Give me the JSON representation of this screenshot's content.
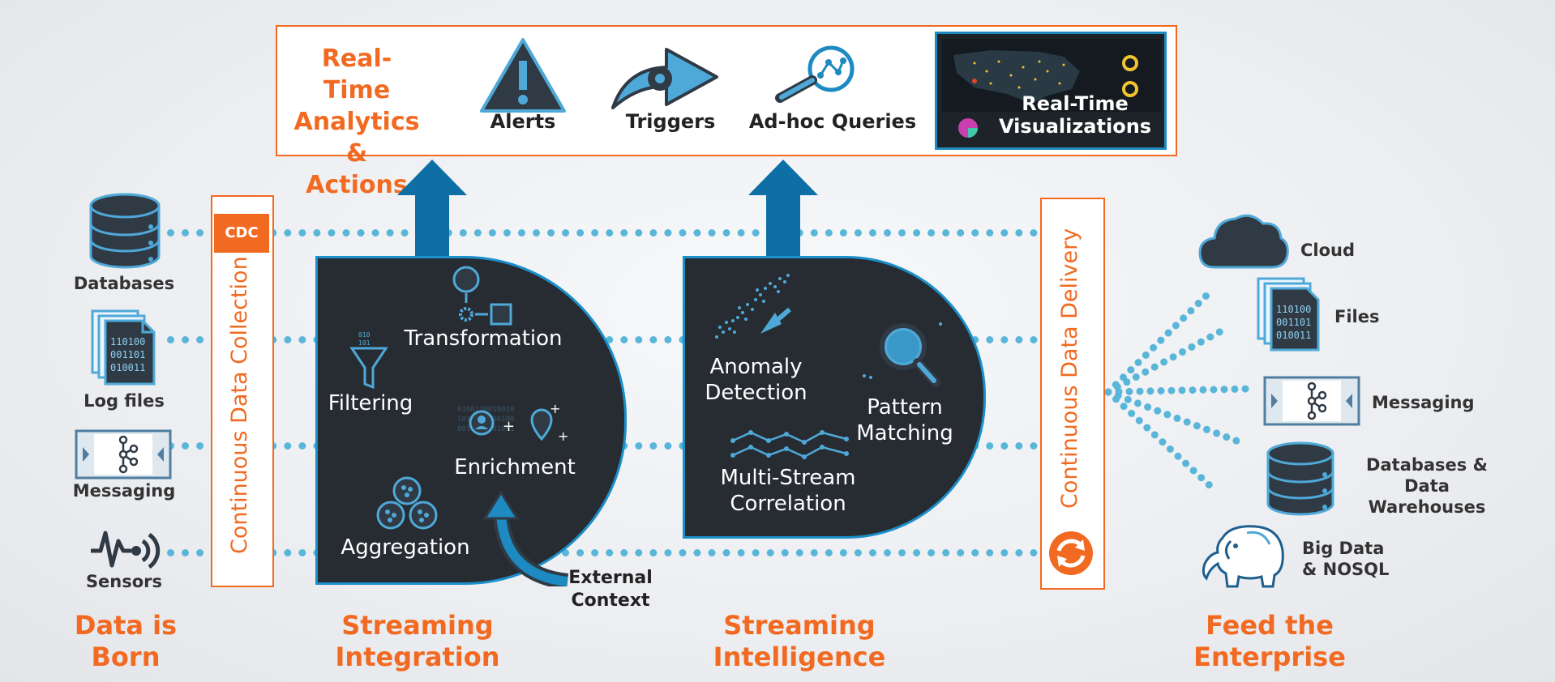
{
  "top_banner": {
    "heading_line1": "Real-Time",
    "heading_line2": "Analytics",
    "heading_line3": "& Actions",
    "alerts": "Alerts",
    "triggers": "Triggers",
    "adhoc": "Ad-hoc Queries",
    "viz_line1": "Real-Time",
    "viz_line2": "Visualizations"
  },
  "sources": {
    "databases": "Databases",
    "log_files": "Log files",
    "messaging": "Messaging",
    "sensors": "Sensors"
  },
  "collection": {
    "cdc": "CDC",
    "label": "Continuous Data Collection"
  },
  "integration": {
    "transformation": "Transformation",
    "filtering": "Filtering",
    "enrichment": "Enrichment",
    "aggregation": "Aggregation",
    "external_line1": "External",
    "external_line2": "Context"
  },
  "intelligence": {
    "anomaly_line1": "Anomaly",
    "anomaly_line2": "Detection",
    "pattern_line1": "Pattern",
    "pattern_line2": "Matching",
    "multistream_line1": "Multi-Stream",
    "multistream_line2": "Correlation"
  },
  "delivery": {
    "label": "Continuous Data Delivery"
  },
  "destinations": {
    "cloud": "Cloud",
    "files": "Files",
    "messaging": "Messaging",
    "dw_line1": "Databases &",
    "dw_line2": "Data Warehouses",
    "bigdata_line1": "Big Data",
    "bigdata_line2": "& NOSQL"
  },
  "stages": {
    "born_line1": "Data is",
    "born_line2": "Born",
    "integration_line1": "Streaming",
    "integration_line2": "Integration",
    "intelligence_line1": "Streaming",
    "intelligence_line2": "Intelligence",
    "feed_line1": "Feed the",
    "feed_line2": "Enterprise"
  },
  "binary_text": "110100\n001101\n010011",
  "colors": {
    "accent_orange": "#f26a21",
    "stream_blue": "#5ab6d9",
    "panel_dark": "#272c33",
    "arrow_blue": "#0d6fa6"
  }
}
